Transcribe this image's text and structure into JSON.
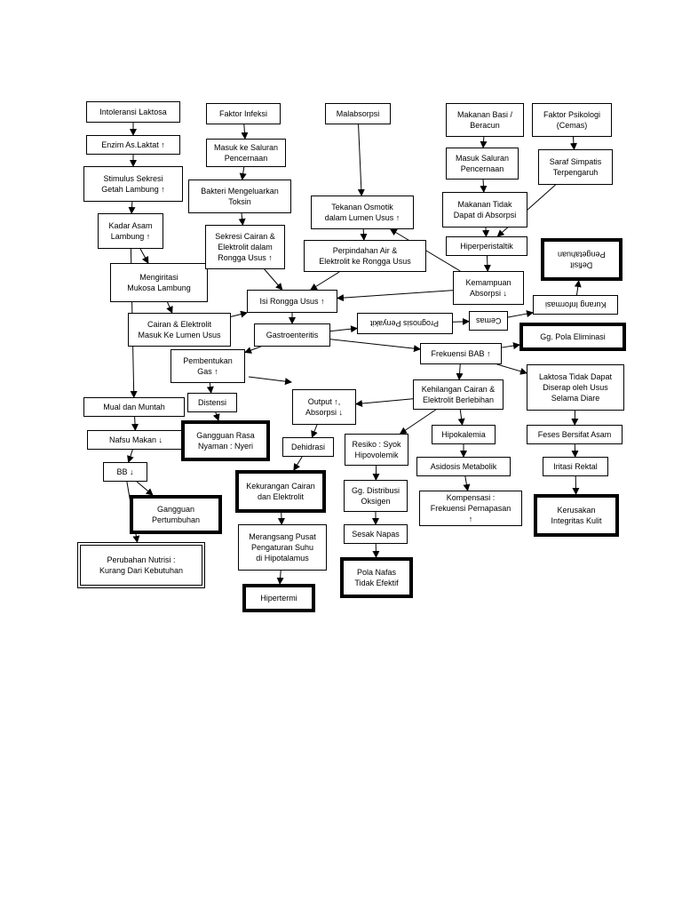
{
  "nodes": [
    {
      "id": "intoleransi",
      "text": "Intoleransi Laktosa"
    },
    {
      "id": "enzim",
      "text": "Enzim As.Laktat ↑"
    },
    {
      "id": "stimulus",
      "text": "Stimulus Sekresi\nGetah Lambung ↑"
    },
    {
      "id": "kadar_asam",
      "text": "Kadar Asam\nLambung ↑"
    },
    {
      "id": "mengiritasi",
      "text": "Mengiritasi\nMukosa Lambung"
    },
    {
      "id": "cairan_elektrolit_lumen",
      "text": "Cairan & Elektrolit\nMasuk Ke Lumen Usus"
    },
    {
      "id": "mual",
      "text": "Mual dan Muntah"
    },
    {
      "id": "nafsu",
      "text": "Nafsu Makan ↓"
    },
    {
      "id": "bb",
      "text": "BB ↓"
    },
    {
      "id": "perubahan_nutrisi",
      "text": "Perubahan Nutrisi :\nKurang Dari Kebutuhan"
    },
    {
      "id": "gangguan_pertumbuhan",
      "text": "Gangguan\nPertumbuhan"
    },
    {
      "id": "faktor_infeksi",
      "text": "Faktor Infeksi"
    },
    {
      "id": "masuk_saluran",
      "text": "Masuk ke Saluran\nPencernaan"
    },
    {
      "id": "bakteri",
      "text": "Bakteri Mengeluarkan\nToksin"
    },
    {
      "id": "sekresi_cairan",
      "text": "Sekresi Cairan &\nElektrolit dalam\nRongga Usus ↑"
    },
    {
      "id": "isi_rongga",
      "text": "Isi Rongga Usus ↑"
    },
    {
      "id": "gastroenteritis",
      "text": "Gastroenteritis"
    },
    {
      "id": "pembentukan_gas",
      "text": "Pembentukan\nGas ↑"
    },
    {
      "id": "distensi",
      "text": "Distensi"
    },
    {
      "id": "gangguan_rasa_nyaman",
      "text": "Gangguan Rasa\nNyaman : Nyeri"
    },
    {
      "id": "malabsorpsi",
      "text": "Malabsorpsi"
    },
    {
      "id": "tekanan_osmotik",
      "text": "Tekanan Osmotik\ndalam Lumen Usus ↑"
    },
    {
      "id": "perpindahan_air",
      "text": "Perpindahan Air &\nElektrolit ke Rongga Usus"
    },
    {
      "id": "makanan_basi",
      "text": "Makanan Basi /\nBeracun"
    },
    {
      "id": "masuk_saluran_2",
      "text": "Masuk Saluran\nPencernaan"
    },
    {
      "id": "makanan_tidak",
      "text": "Makanan Tidak\nDapat di Absorpsi"
    },
    {
      "id": "hiperperistaltik",
      "text": "Hiperperistaltik"
    },
    {
      "id": "kemampuan_absorpsi",
      "text": "Kemampuan\nAbsorpsi ↓"
    },
    {
      "id": "faktor_psikologi",
      "text": "Faktor Psikologi\n(Cemas)"
    },
    {
      "id": "saraf_simpatis",
      "text": "Saraf Simpatis\nTerpengaruh"
    },
    {
      "id": "defisit_pengetahuan",
      "text": "Defisit\nPengetahuan"
    },
    {
      "id": "kurang_informasi",
      "text": "Kurang Informasi"
    },
    {
      "id": "cemas",
      "text": "Cemas"
    },
    {
      "id": "prognosis",
      "text": "Prognosis Penyakit"
    },
    {
      "id": "gg_pola_eliminasi",
      "text": "Gg. Pola Eliminasi"
    },
    {
      "id": "frekuensi_bab",
      "text": "Frekuensi BAB ↑"
    },
    {
      "id": "laktosa_tidak",
      "text": "Laktosa Tidak Dapat\nDiserap oleh Usus\nSelama Diare"
    },
    {
      "id": "feses",
      "text": "Feses Bersifat Asam"
    },
    {
      "id": "iritasi_rektal",
      "text": "Iritasi Rektal"
    },
    {
      "id": "kerusakan",
      "text": "Kerusakan\nIntegritas Kulit"
    },
    {
      "id": "output",
      "text": "Output ↑,\nAbsorpsi ↓"
    },
    {
      "id": "kehilangan",
      "text": "Kehilangan Cairan &\nElektrolit Berlebihan"
    },
    {
      "id": "hipokalemia",
      "text": "Hipokalemia"
    },
    {
      "id": "asidosis",
      "text": "Asidosis Metabolik"
    },
    {
      "id": "kompensasi",
      "text": "Kompensasi :\nFrekuensi Pernapasan\n↑"
    },
    {
      "id": "dehidrasi",
      "text": "Dehidrasi"
    },
    {
      "id": "kekurangan_cairan",
      "text": "Kekurangan Cairan\ndan Elektrolit"
    },
    {
      "id": "merangsang",
      "text": "Merangsang Pusat\nPengaturan Suhu\ndi Hipotalamus"
    },
    {
      "id": "hipertermi",
      "text": "Hipertermi"
    },
    {
      "id": "resiko_syok",
      "text": "Resiko : Syok\nHipovolemik"
    },
    {
      "id": "gg_distribusi",
      "text": "Gg. Distribusi\nOksigen"
    },
    {
      "id": "sesak",
      "text": "Sesak Napas"
    },
    {
      "id": "pola_nafas",
      "text": "Pola Nafas\nTidak Efektif"
    }
  ],
  "edges": [
    [
      "intoleransi",
      "enzim"
    ],
    [
      "enzim",
      "stimulus"
    ],
    [
      "stimulus",
      "kadar_asam"
    ],
    [
      "kadar_asam",
      "mengiritasi"
    ],
    [
      "mengiritasi",
      "cairan_elektrolit_lumen"
    ],
    [
      "kadar_asam",
      "mual"
    ],
    [
      "mual",
      "nafsu"
    ],
    [
      "nafsu",
      "bb"
    ],
    [
      "bb",
      "perubahan_nutrisi"
    ],
    [
      "bb",
      "gangguan_pertumbuhan"
    ],
    [
      "cairan_elektrolit_lumen",
      "isi_rongga"
    ],
    [
      "faktor_infeksi",
      "masuk_saluran"
    ],
    [
      "masuk_saluran",
      "bakteri"
    ],
    [
      "bakteri",
      "sekresi_cairan"
    ],
    [
      "sekresi_cairan",
      "isi_rongga"
    ],
    [
      "isi_rongga",
      "gastroenteritis"
    ],
    [
      "gastroenteritis",
      "pembentukan_gas"
    ],
    [
      "pembentukan_gas",
      "distensi"
    ],
    [
      "distensi",
      "gangguan_rasa_nyaman"
    ],
    [
      "malabsorpsi",
      "tekanan_osmotik"
    ],
    [
      "tekanan_osmotik",
      "perpindahan_air"
    ],
    [
      "perpindahan_air",
      "isi_rongga"
    ],
    [
      "makanan_basi",
      "masuk_saluran_2"
    ],
    [
      "masuk_saluran_2",
      "makanan_tidak"
    ],
    [
      "makanan_tidak",
      "hiperperistaltik"
    ],
    [
      "hiperperistaltik",
      "kemampuan_absorpsi"
    ],
    [
      "kemampuan_absorpsi",
      "tekanan_osmotik"
    ],
    [
      "kemampuan_absorpsi",
      "isi_rongga"
    ],
    [
      "faktor_psikologi",
      "saraf_simpatis"
    ],
    [
      "saraf_simpatis",
      "hiperperistaltik"
    ],
    [
      "gastroenteritis",
      "prognosis"
    ],
    [
      "prognosis",
      "cemas"
    ],
    [
      "cemas",
      "kurang_informasi"
    ],
    [
      "kurang_informasi",
      "defisit_pengetahuan"
    ],
    [
      "gastroenteritis",
      "frekuensi_bab"
    ],
    [
      "frekuensi_bab",
      "gg_pola_eliminasi"
    ],
    [
      "frekuensi_bab",
      "laktosa_tidak"
    ],
    [
      "laktosa_tidak",
      "feses"
    ],
    [
      "feses",
      "iritasi_rektal"
    ],
    [
      "iritasi_rektal",
      "kerusakan"
    ],
    [
      "frekuensi_bab",
      "kehilangan"
    ],
    [
      "kehilangan",
      "output"
    ],
    [
      "kehilangan",
      "hipokalemia"
    ],
    [
      "hipokalemia",
      "asidosis"
    ],
    [
      "asidosis",
      "kompensasi"
    ],
    [
      "kehilangan",
      "resiko_syok"
    ],
    [
      "output",
      "dehidrasi"
    ],
    [
      "dehidrasi",
      "kekurangan_cairan"
    ],
    [
      "kekurangan_cairan",
      "merangsang"
    ],
    [
      "merangsang",
      "hipertermi"
    ],
    [
      "resiko_syok",
      "gg_distribusi"
    ],
    [
      "gg_distribusi",
      "sesak"
    ],
    [
      "sesak",
      "pola_nafas"
    ]
  ]
}
